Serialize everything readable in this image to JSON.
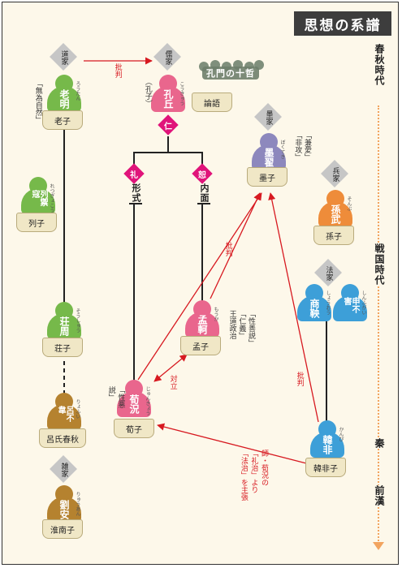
{
  "title": "思想の系譜",
  "eras": {
    "chunju": "春秋時代",
    "zhanguo": "戦国時代",
    "qin": "秦",
    "qianhan": "前漢"
  },
  "schools": {
    "dao": "道家",
    "ru": "儒家",
    "mo": "墨家",
    "bing": "兵家",
    "fa": "法家",
    "za": "雑家"
  },
  "people": {
    "laozi": {
      "name": "老明",
      "ruby": "ろうたん"
    },
    "kongzi": {
      "name": "孔丘",
      "ruby": "こうきゅう"
    },
    "mozi": {
      "name": "墨翟",
      "ruby": "ぼくてき"
    },
    "liezi": {
      "name": "列禦寇",
      "ruby": "れつぎょこう"
    },
    "sunzi": {
      "name": "孫武",
      "ruby": "そんぶ"
    },
    "shang": {
      "name": "商鞅",
      "ruby": "しょうおう"
    },
    "shen": {
      "name": "申不害",
      "ruby": "しんふがい"
    },
    "zhuang": {
      "name": "荘周",
      "ruby": "そうしゅう"
    },
    "meng": {
      "name": "孟軻",
      "ruby": "もうか"
    },
    "xun": {
      "name": "荀況",
      "ruby": "じゅんきょう"
    },
    "lu": {
      "name": "呂不韋",
      "ruby": "りょふい"
    },
    "han": {
      "name": "韓非",
      "ruby": "かんぴ"
    },
    "liu": {
      "name": "劉安",
      "ruby": "りゅうあん"
    }
  },
  "books": {
    "laozi": "老子",
    "lunyu": "論語",
    "mozi": "墨子",
    "liezi": "列子",
    "sunzi": "孫子",
    "zhuangzi": "荘子",
    "mengzi": "孟子",
    "xunzi": "荀子",
    "lushi": "呂氏春秋",
    "hanfeizi": "韓非子",
    "huainanzi": "淮南子"
  },
  "notes": {
    "wuwei": "「無為自然」",
    "kongzi_alias": "（孔子）",
    "mo_doctrine": "「兼愛」\n「非攻」",
    "meng_doctrine": "「性善説」\n「仁義」\n王道政治",
    "xun_doctrine": "「性悪説」"
  },
  "red_labels": {
    "critique1": "批判",
    "critique2": "批判",
    "critique3": "批判",
    "opposition": "対立",
    "han_note": "師・荀況の\n「礼治」より\n「法治」を主張"
  },
  "virtues": {
    "ren": "仁",
    "li": "礼",
    "shu": "恕"
  },
  "branches": {
    "formal": "形式",
    "inner": "内面"
  },
  "disciples": "孔門の十哲",
  "colors": {
    "green": "#76b94a",
    "pink": "#e9668d",
    "purple": "#8d88bd",
    "orange": "#ee8c3a",
    "blue": "#3d9fd8",
    "brown": "#b5822f",
    "red": "#d71920",
    "magenta": "#e0147a",
    "timeline": "#f2a45f"
  }
}
